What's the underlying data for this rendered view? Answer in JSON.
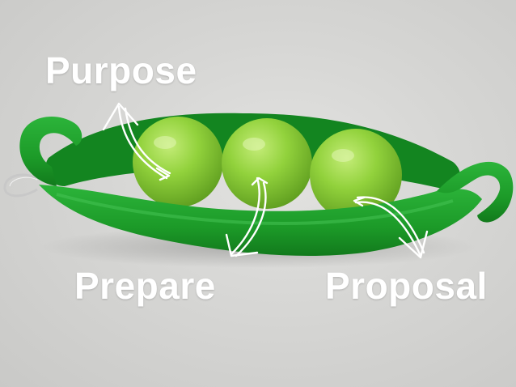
{
  "captions": {
    "purpose": "Purpose",
    "prepare": "Prepare",
    "proposal": "Proposal"
  },
  "colors": {
    "background": "#d6d6d4",
    "pod": "#1e9e2a",
    "pod_dark": "#137a1d",
    "pea": "#8fd23a",
    "caption": "#ffffff"
  },
  "icons": [
    "hand-drawn-arrow-icon",
    "hand-drawn-arrow-icon",
    "hand-drawn-arrow-icon"
  ]
}
